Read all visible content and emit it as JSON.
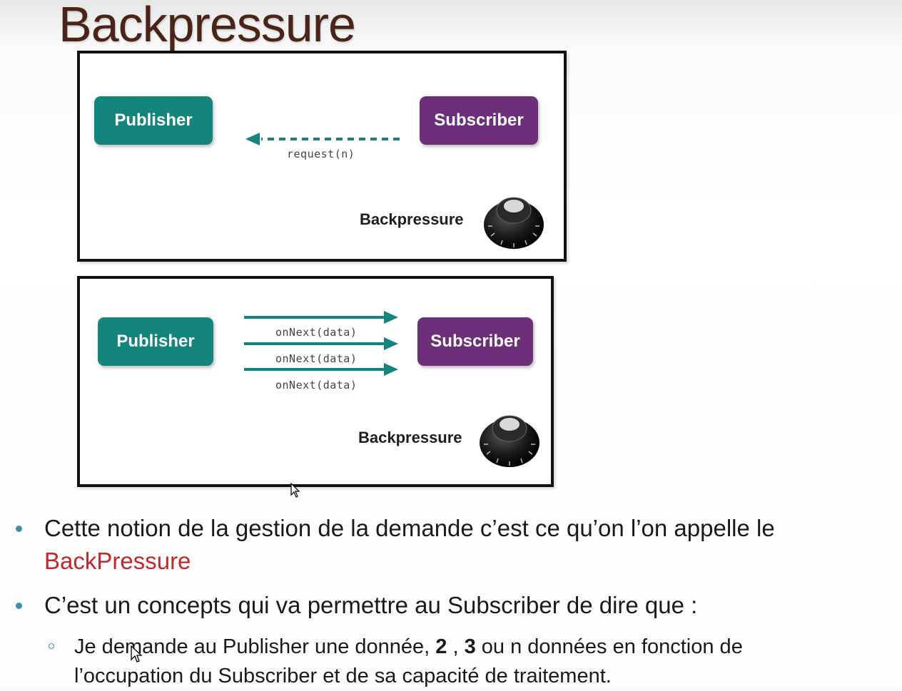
{
  "slide": {
    "title": "Backpressure"
  },
  "panel_request": {
    "publisher_label": "Publisher",
    "subscriber_label": "Subscriber",
    "arrow_label": "request(n)",
    "backpressure_label": "Backpressure"
  },
  "panel_onnext": {
    "publisher_label": "Publisher",
    "subscriber_label": "Subscriber",
    "arrow_labels": [
      "onNext(data)",
      "onNext(data)",
      "onNext(data)"
    ],
    "backpressure_label": "Backpressure"
  },
  "bullets": [
    {
      "line1": "Cette notion de la gestion de la demande c’est ce qu’on l’on appelle le",
      "line2_highlight": "BackPressure"
    },
    {
      "text": "C’est un concepts qui va permettre au Subscriber de dire que :"
    }
  ],
  "sub_bullet": {
    "part1": "Je demande au Publisher une donnée, ",
    "num2": "2",
    "sep": " , ",
    "num3": "3",
    "part2": " ou n données en fonction de",
    "line2": "l’occupation du Subscriber et de sa capacité de traitement."
  },
  "colors": {
    "publisher": "#14857c",
    "subscriber": "#6e2f7a",
    "title": "#4a2418",
    "highlight": "#c0282a",
    "bullet": "#3e8fa8"
  },
  "icons": [
    "backpressure-knob-icon",
    "mouse-cursor-icon"
  ]
}
